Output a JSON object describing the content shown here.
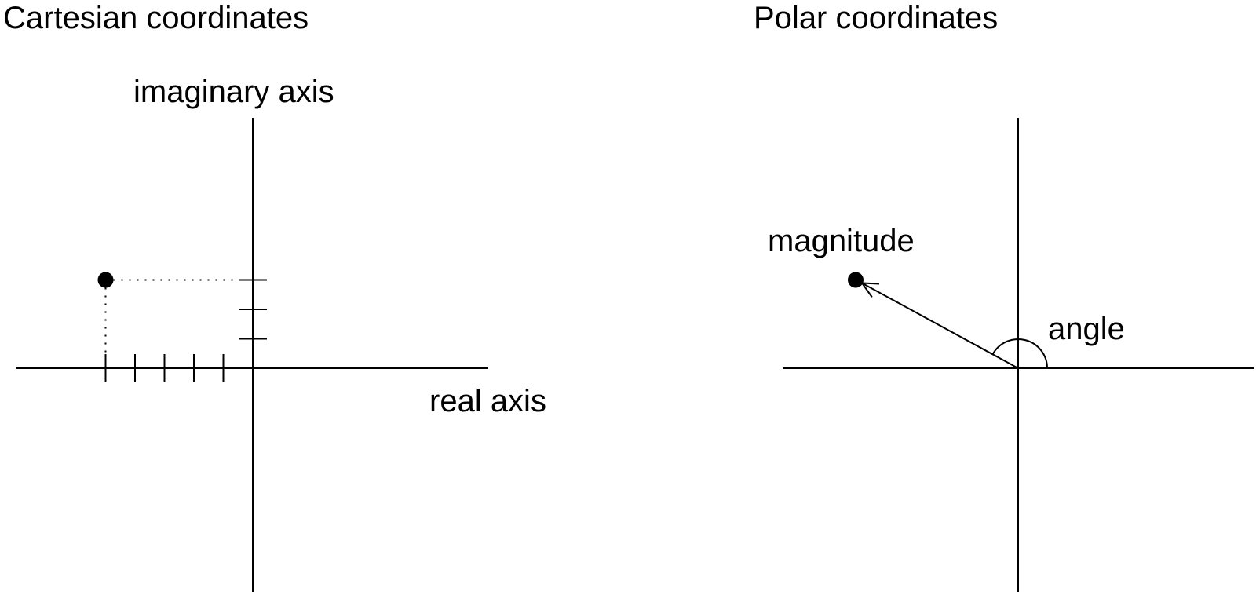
{
  "cartesian": {
    "title": "Cartesian coordinates",
    "y_axis_label": "imaginary axis",
    "x_axis_label": "real axis",
    "point": {
      "real": -5,
      "imaginary": 3
    }
  },
  "polar": {
    "title": "Polar coordinates",
    "magnitude_label": "magnitude",
    "angle_label": "angle"
  },
  "colors": {
    "ink": "#000000",
    "background": "#ffffff"
  }
}
